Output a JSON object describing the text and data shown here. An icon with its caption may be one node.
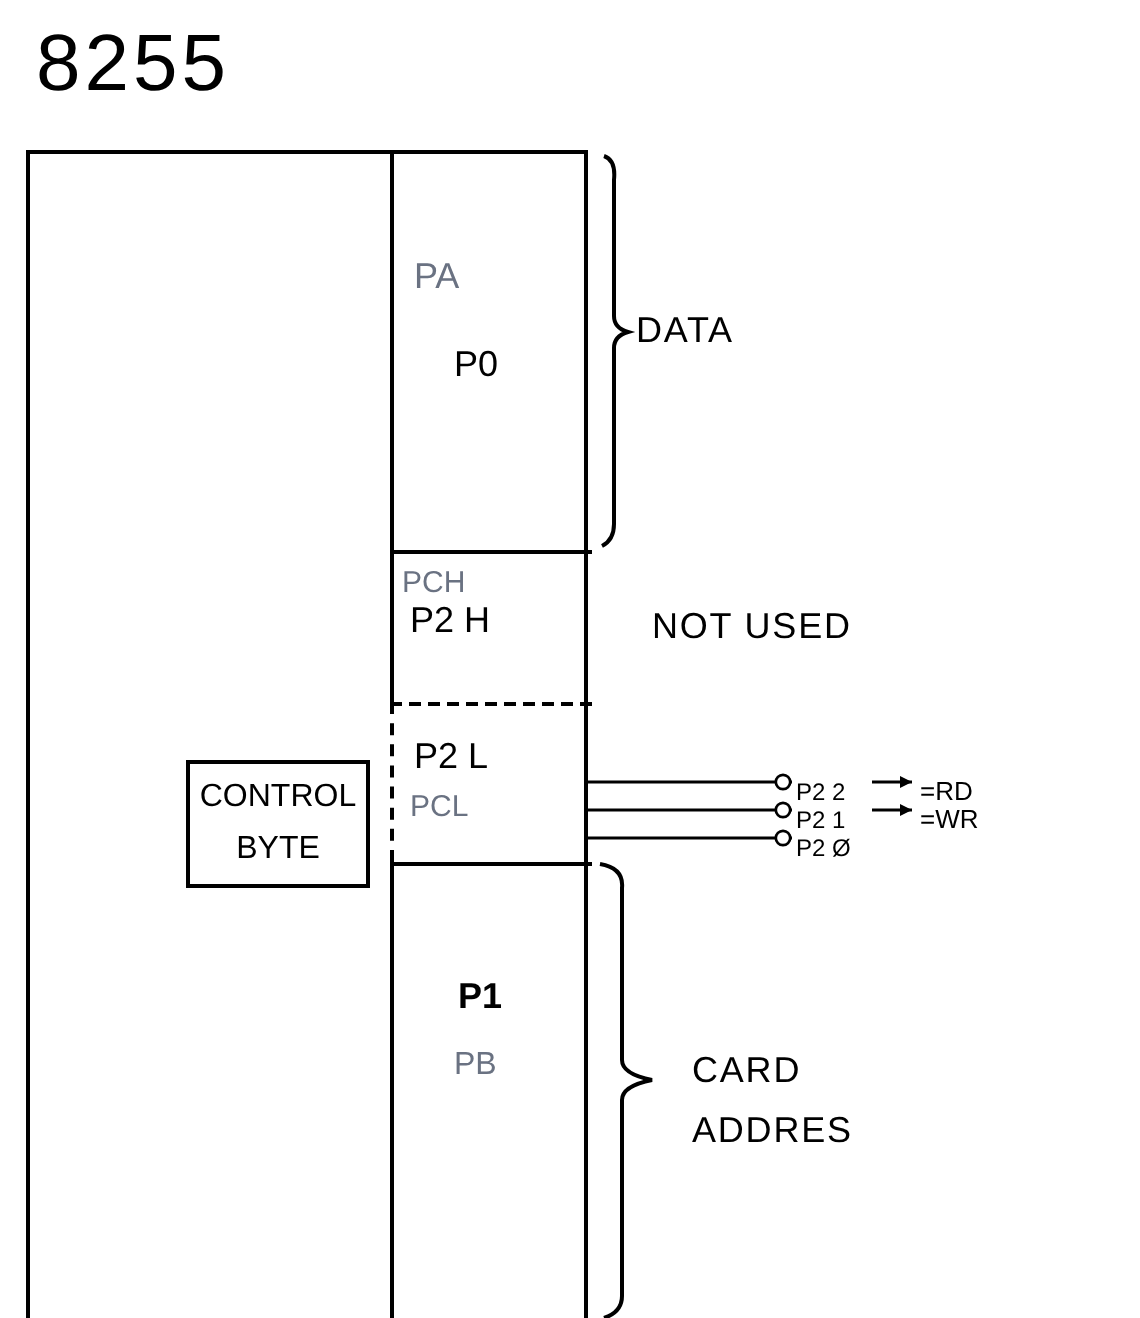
{
  "diagram": {
    "title": "8255",
    "nodes": [
      {
        "text": [],
        "shape": "box"
      },
      {
        "text": [
          "CONTROL BYTE"
        ],
        "in": 0
      },
      {
        "text": [
          "PA",
          "P0"
        ],
        "in": 0
      },
      {
        "text": [
          "PCH",
          "P2 H"
        ],
        "in": 0
      },
      {
        "text": [
          "P2 L",
          "PCL"
        ],
        "in": 0
      },
      {
        "text": [
          "P1",
          "PB"
        ],
        "in": 0
      },
      {
        "text": [
          "P2 2"
        ]
      },
      {
        "text": [
          "P2 1"
        ]
      },
      {
        "text": [
          "P2 Ø"
        ]
      },
      {
        "text": [
          "=RD"
        ]
      },
      {
        "text": [
          "=WR"
        ]
      }
    ],
    "edges": [
      {
        "from": 4,
        "to": 6,
        "arrow": "other"
      },
      {
        "from": 4,
        "to": 7,
        "arrow": "other"
      },
      {
        "from": 4,
        "to": 8,
        "arrow": "other"
      },
      {
        "from": 6,
        "to": 9,
        "arrow": "to"
      },
      {
        "from": 7,
        "to": 10,
        "arrow": "to"
      }
    ],
    "labels": [
      "DATA",
      "NOT USED",
      "CARD ADDRES"
    ]
  }
}
